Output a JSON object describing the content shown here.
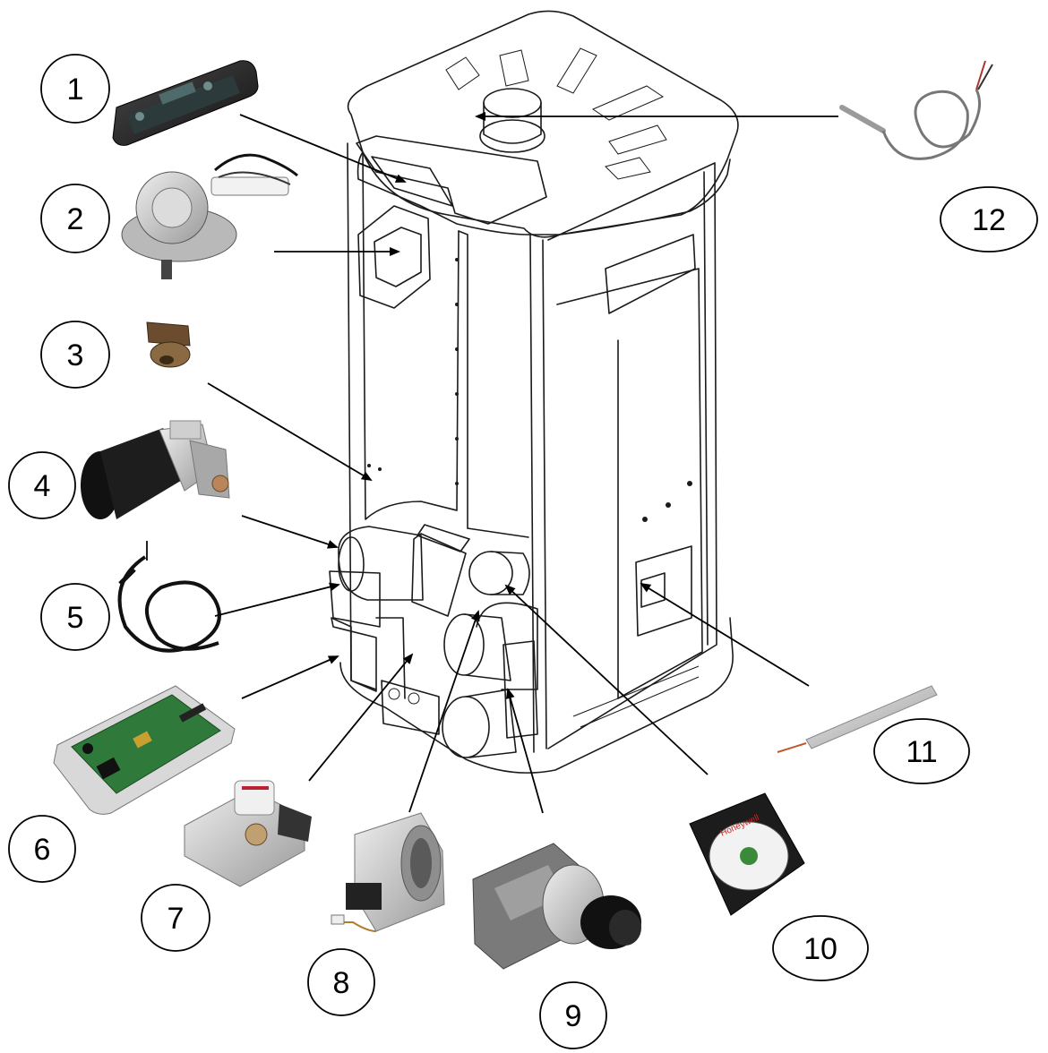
{
  "callouts": [
    {
      "id": 1,
      "label": "1"
    },
    {
      "id": 2,
      "label": "2"
    },
    {
      "id": 3,
      "label": "3"
    },
    {
      "id": 4,
      "label": "4"
    },
    {
      "id": 5,
      "label": "5"
    },
    {
      "id": 6,
      "label": "6"
    },
    {
      "id": 7,
      "label": "7"
    },
    {
      "id": 8,
      "label": "8"
    },
    {
      "id": 9,
      "label": "9"
    },
    {
      "id": 10,
      "label": "10"
    },
    {
      "id": 11,
      "label": "11"
    },
    {
      "id": 12,
      "label": "12"
    }
  ],
  "parts": [
    {
      "id": 1,
      "icon": "control-panel-icon"
    },
    {
      "id": 2,
      "icon": "exhaust-fan-icon"
    },
    {
      "id": 3,
      "icon": "thermostat-icon"
    },
    {
      "id": 4,
      "icon": "gear-motor-icon"
    },
    {
      "id": 5,
      "icon": "probe-cable-icon"
    },
    {
      "id": 6,
      "icon": "circuit-board-icon"
    },
    {
      "id": 7,
      "icon": "auger-motor-icon"
    },
    {
      "id": 8,
      "icon": "blower-fan-icon"
    },
    {
      "id": 9,
      "icon": "centrifugal-fan-icon"
    },
    {
      "id": 10,
      "icon": "pressure-switch-icon"
    },
    {
      "id": 11,
      "icon": "igniter-rod-icon"
    },
    {
      "id": 12,
      "icon": "temperature-probe-icon"
    }
  ],
  "panel_brand": "Honeywell",
  "colors": {
    "ink": "#1a1a1a",
    "metal": "#c9c9c9",
    "pcb": "#2f7a3b",
    "black": "#1b1b1b"
  }
}
